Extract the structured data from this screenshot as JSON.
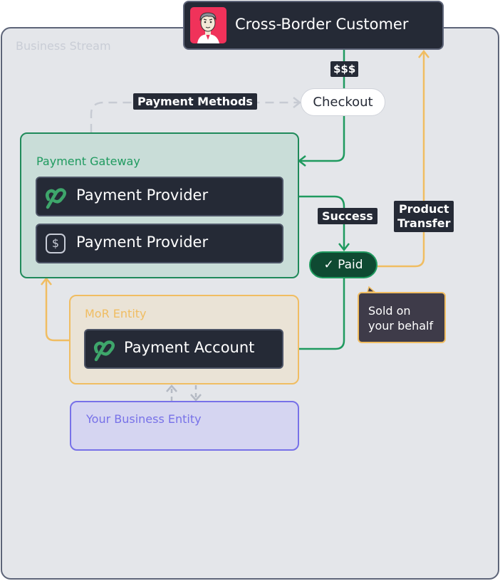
{
  "diagram": {
    "stream_label": "Business Stream",
    "customer": {
      "label": "Cross-Border Customer",
      "icon": "customer-avatar-icon"
    },
    "flows": {
      "money": "$$$",
      "payment_methods": "Payment Methods",
      "success": "Success",
      "product_transfer_line1": "Product",
      "product_transfer_line2": "Transfer"
    },
    "checkout": {
      "label": "Checkout"
    },
    "gateway": {
      "label": "Payment Gateway",
      "providers": [
        {
          "label": "Payment Provider",
          "icon": "paddle-logo-icon"
        },
        {
          "label": "Payment Provider",
          "icon": "dollar-icon",
          "icon_glyph": "$"
        }
      ]
    },
    "paid": {
      "label": "✓ Paid"
    },
    "note": {
      "line1": "Sold on",
      "line2": "your behalf"
    },
    "mor": {
      "label": "MoR Entity",
      "account": {
        "label": "Payment Account",
        "icon": "paddle-logo-icon"
      }
    },
    "entity": {
      "label": "Your Business Entity"
    },
    "colors": {
      "dark": "#252a36",
      "green": "#1f9a5f",
      "yellow": "#f0bd62",
      "purple": "#7771e8",
      "gray_line": "#b5bac4",
      "pink": "#f0325a"
    }
  }
}
